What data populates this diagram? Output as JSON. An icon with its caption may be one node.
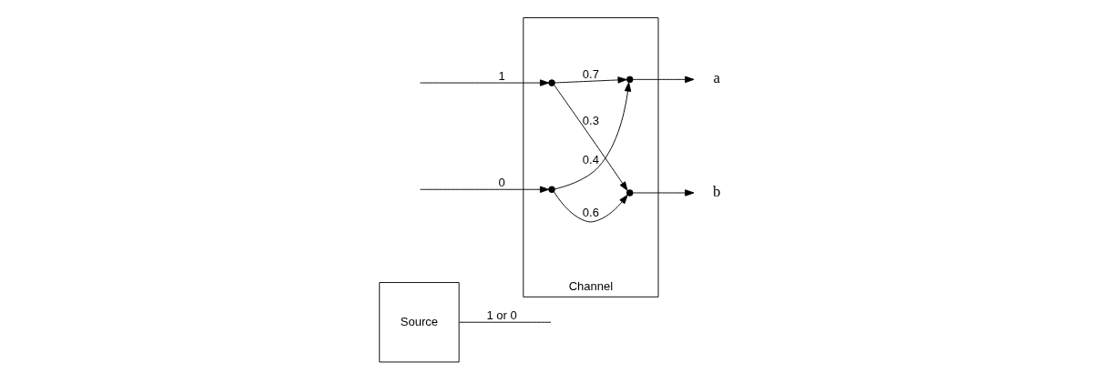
{
  "diagram": {
    "nodes": [
      {
        "text": [
          "Source"
        ]
      },
      {
        "text": [
          "Channel"
        ]
      },
      {
        "text": [],
        "shape": "circle",
        "in": 1
      },
      {
        "text": [],
        "shape": "circle",
        "in": 1
      },
      {
        "text": [],
        "shape": "circle",
        "in": 1
      },
      {
        "text": [],
        "shape": "circle",
        "in": 1
      },
      {
        "text": [
          "a"
        ]
      },
      {
        "text": [
          "b"
        ]
      }
    ],
    "edges": [
      {
        "from": 0,
        "to": null,
        "arrow": "none",
        "label": "1 or 0"
      },
      {
        "from": null,
        "to": 2,
        "arrow": "to",
        "label": "1"
      },
      {
        "from": null,
        "to": 4,
        "arrow": "to",
        "label": "0"
      },
      {
        "from": 2,
        "to": 3,
        "arrow": "to",
        "label": "0.7"
      },
      {
        "from": 2,
        "to": 5,
        "arrow": "to",
        "label": "0.3"
      },
      {
        "from": 4,
        "to": 3,
        "arrow": "to",
        "label": "0.4"
      },
      {
        "from": 4,
        "to": 5,
        "arrow": "to",
        "label": "0.6"
      },
      {
        "from": 3,
        "to": 6,
        "arrow": "to"
      },
      {
        "from": 5,
        "to": 7,
        "arrow": "to"
      }
    ]
  }
}
